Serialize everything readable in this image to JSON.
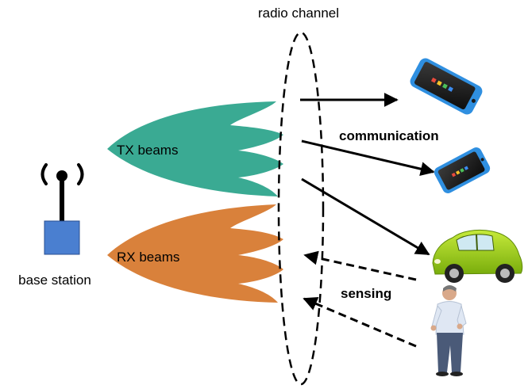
{
  "labels": {
    "radio_channel": "radio channel",
    "tx_beams": "TX beams",
    "rx_beams": "RX beams",
    "base_station": "base station",
    "communication": "communication",
    "sensing": "sensing"
  },
  "colors": {
    "tx_beams": "#3aaa93",
    "rx_beams": "#d9813b",
    "base_station_body": "#4a7fd0",
    "antenna": "#000000",
    "phone_body": "#2f8fe0",
    "car_body": "#9bcf16"
  },
  "icons": [
    "base-station-icon",
    "smartphone-icon",
    "car-icon",
    "person-icon"
  ]
}
